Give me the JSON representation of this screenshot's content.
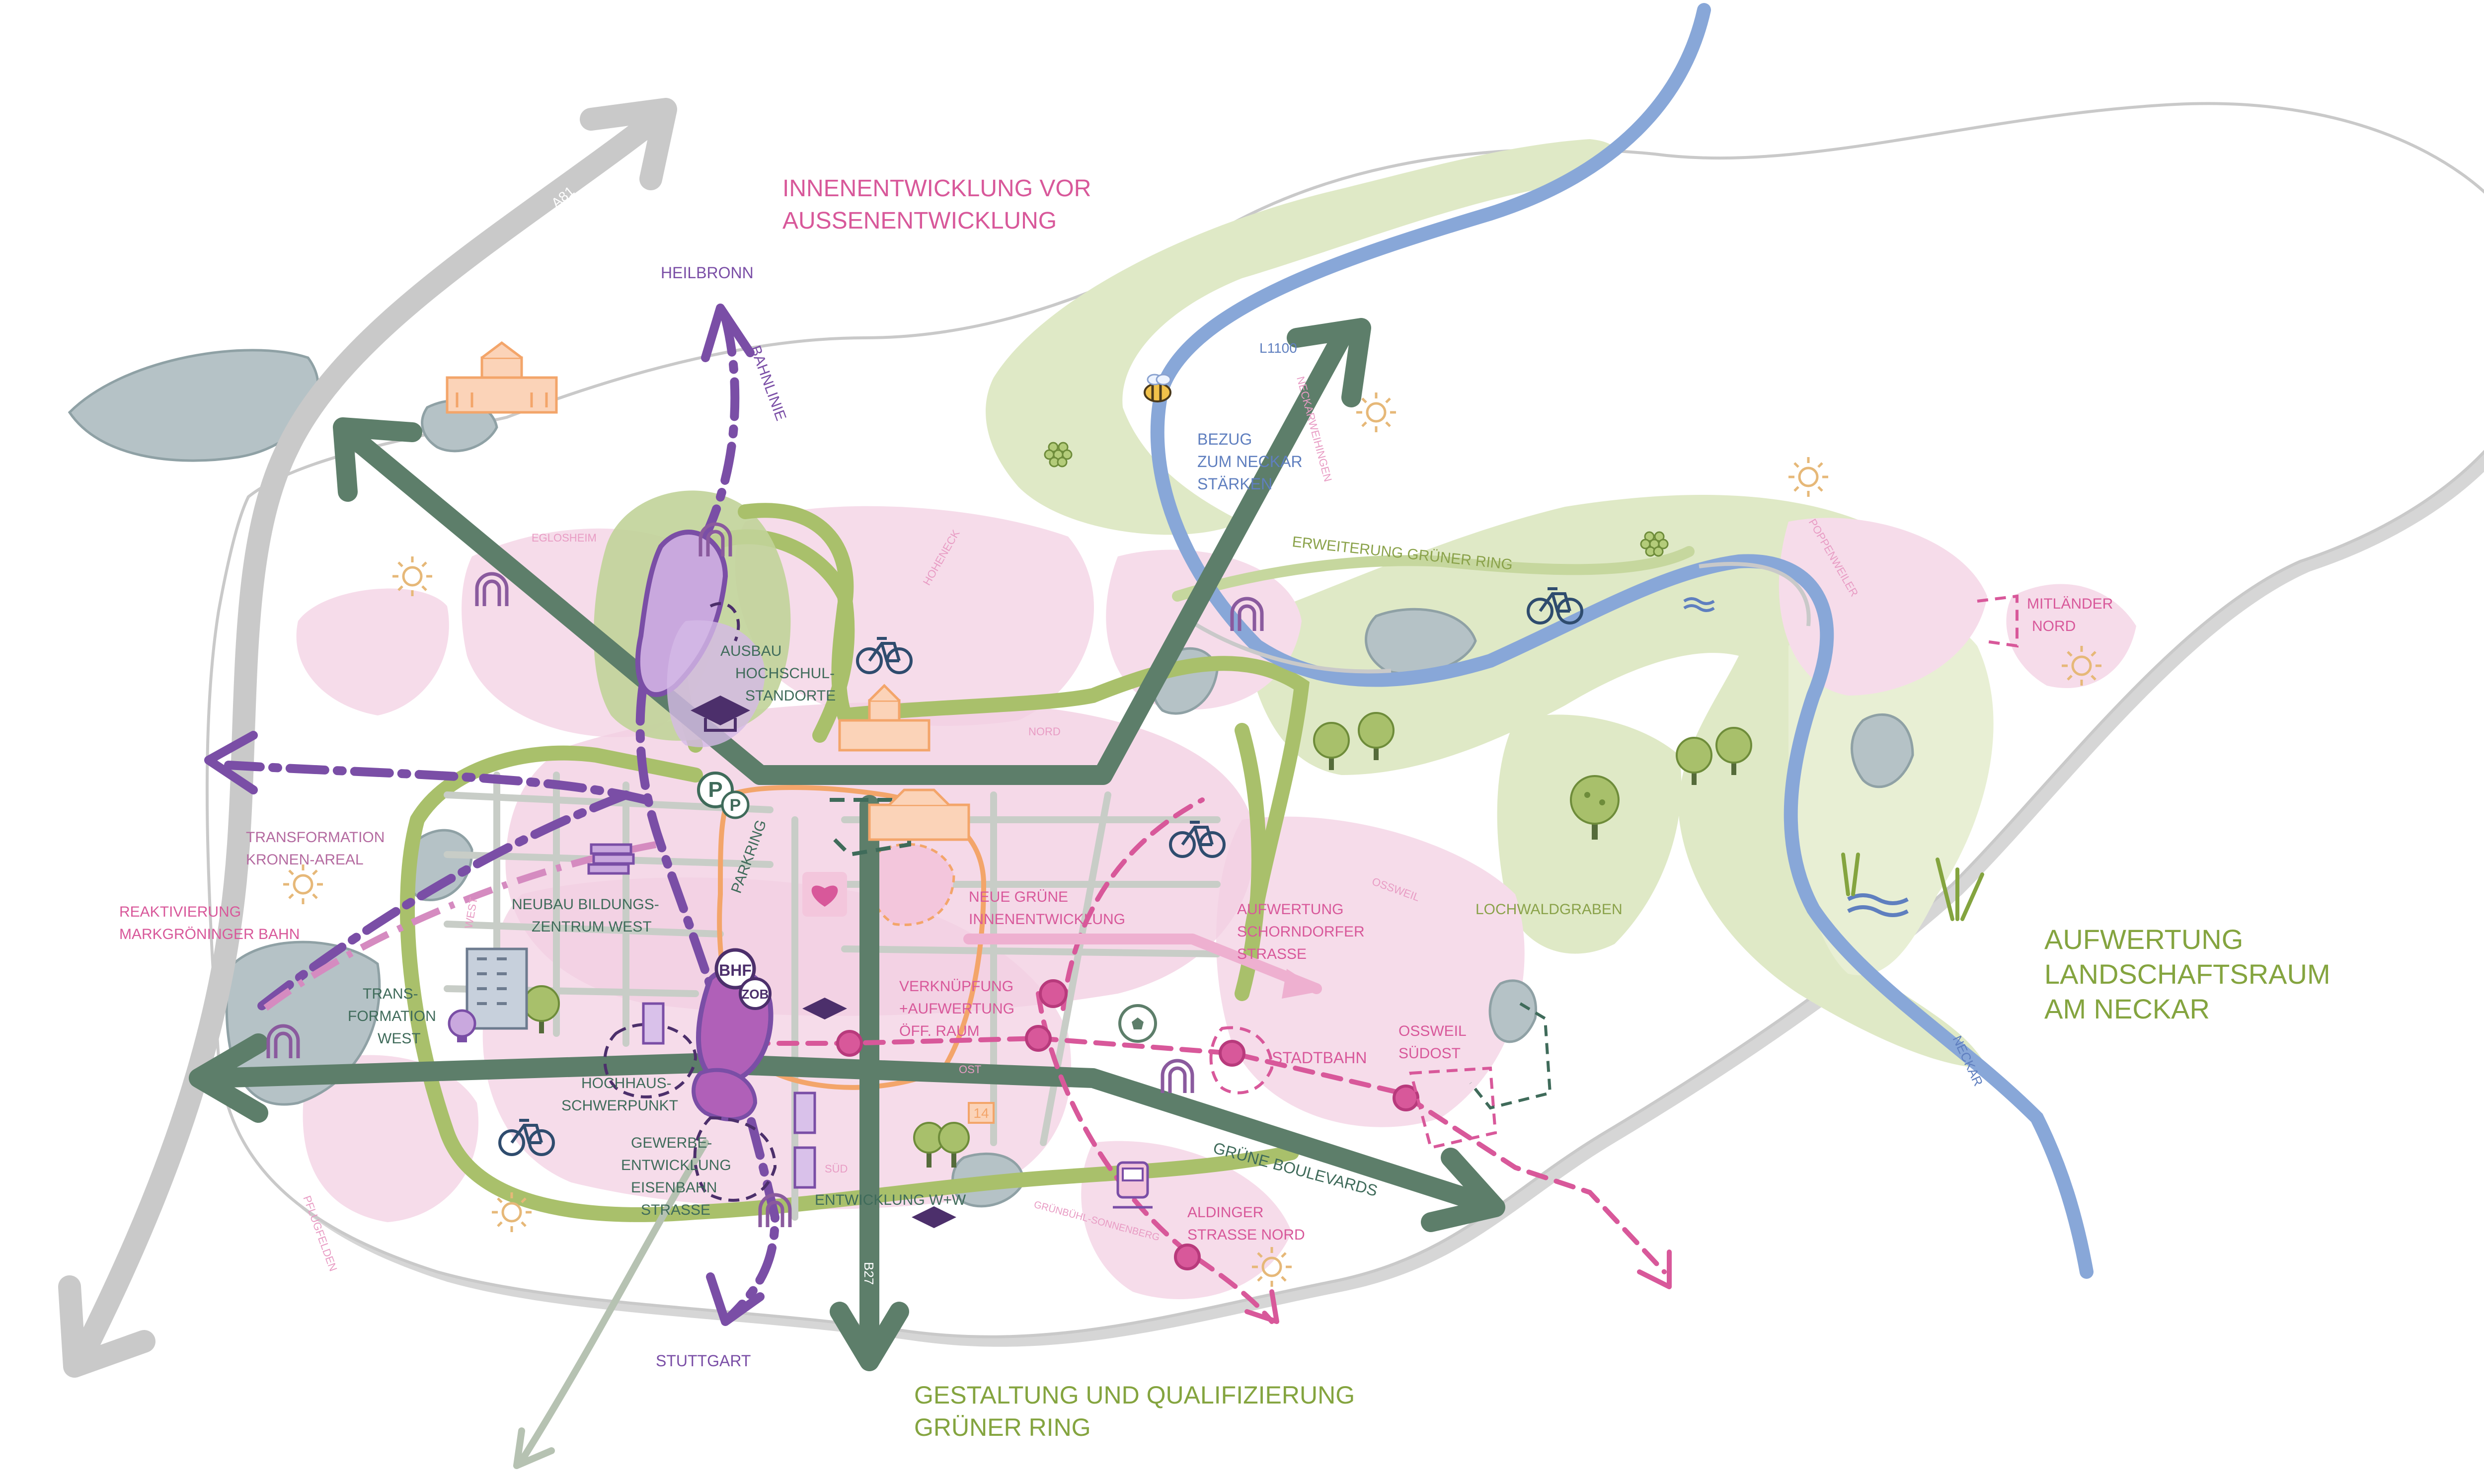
{
  "headlines": {
    "innenentwicklung_1": "INNENENTWICKLUNG VOR",
    "innenentwicklung_2": "AUSSENENTWICKLUNG",
    "gruener_ring_1": "GESTALTUNG UND QUALIFIZIERUNG",
    "gruener_ring_2": "GRÜNER RING",
    "landschaftsraum_1": "AUFWERTUNG",
    "landschaftsraum_2": "LANDSCHAFTSRAUM",
    "landschaftsraum_3": "AM NECKAR"
  },
  "directions": {
    "heilbronn": "HEILBRONN",
    "stuttgart": "STUTTGART"
  },
  "roads": {
    "a81_top": "A81",
    "a81_bottom": "A81",
    "b27_top": "B27",
    "b27_bottom": "B27",
    "l1100": "L1100",
    "bahnlinie": "BAHNLINIE",
    "parkring": "PARKRING",
    "stadtbahn": "STADTBAHN",
    "gruene_boulevards": "GRÜNE BOULEVARDS",
    "erweiterung_gruener_ring": "ERWEITERUNG GRÜNER RING",
    "neckar": "NECKAR"
  },
  "districts": {
    "eglosheim": "EGLOSHEIM",
    "hoheneck": "HOHENECK",
    "nord": "NORD",
    "neckarweihingen": "NECKARWEIHINGEN",
    "poppenweiler": "POPPENWEILER",
    "west": "WEST",
    "ost": "OST",
    "sued": "SÜD",
    "ossweil": "OSSWEIL",
    "grunbuehl": "GRÜNBÜHL-SONNENBERG",
    "pflugfelden": "PFLUGFELDEN"
  },
  "measures": {
    "bezug_1": "BEZUG",
    "bezug_2": "ZUM NECKAR",
    "bezug_3": "STÄRKEN",
    "ausbau_1": "AUSBAU",
    "ausbau_2": "HOCHSCHUL-",
    "ausbau_3": "STANDORTE",
    "transformation_kronen_1": "TRANSFORMATION",
    "transformation_kronen_2": "KRONEN-AREAL",
    "reaktivierung_1": "REAKTIVIERUNG",
    "reaktivierung_2": "MARKGRÖNINGER BAHN",
    "neubau_1": "NEUBAU BILDUNGS-",
    "neubau_2": "ZENTRUM WEST",
    "trans_west_1": "TRANS-",
    "trans_west_2": "FORMATION",
    "trans_west_3": "WEST",
    "hochhaus_1": "HOCHHAUS-",
    "hochhaus_2": "SCHWERPUNKT",
    "gewerbe_1": "GEWERBE-",
    "gewerbe_2": "ENTWICKLUNG",
    "gewerbe_3": "EISENBAHN",
    "gewerbe_4": "STRASSE",
    "entwicklung_ww": "ENTWICKLUNG W+W",
    "neue_gruene_1": "NEUE GRÜNE",
    "neue_gruene_2": "INNENENTWICKLUNG",
    "verknuepfung_1": "VERKNÜPFUNG",
    "verknuepfung_2": "+AUFWERTUNG",
    "verknuepfung_3": "ÖFF. RAUM",
    "schorndorfer_1": "AUFWERTUNG",
    "schorndorfer_2": "SCHORNDORFER",
    "schorndorfer_3": "STRASSE",
    "aldinger_1": "ALDINGER",
    "aldinger_2": "STRASSE NORD",
    "ossweil_suedost_1": "OSSWEIL",
    "ossweil_suedost_2": "SÜDOST",
    "mitlaender_1": "MITLÄNDER",
    "mitlaender_2": "NORD",
    "lochwaldgraben": "LOCHWALDGRABEN"
  },
  "badges": {
    "bhf": "BHF",
    "zob": "ZOB",
    "parking": "P",
    "number_14": "14"
  },
  "icons": {
    "bicycle": "bicycle-icon",
    "sun": "sun-icon",
    "grapes": "grapes-icon",
    "bee": "bee-icon",
    "castle": "castle-icon",
    "tree": "tree-icon",
    "apple_tree": "apple-tree-icon",
    "gate": "gate-icon",
    "graduation_cap": "graduation-cap-icon",
    "tram": "tram-icon",
    "football": "football-icon",
    "heart": "heart-icon",
    "water_waves": "water-waves-icon",
    "reed": "reed-icon",
    "building": "building-icon",
    "lightbulb": "lightbulb-icon",
    "books": "books-icon"
  },
  "colors": {
    "pink": "#d8589a",
    "light_pink": "#f6dcea",
    "green_text": "#84a43f",
    "light_green": "#dce8c3",
    "dark_green": "#5d7e6a",
    "river": "#88a7d8",
    "purple": "#7a4ea6",
    "salmon": "#f3a56a",
    "grey_road": "#c9c9c9",
    "lake": "#b5c2c6"
  }
}
